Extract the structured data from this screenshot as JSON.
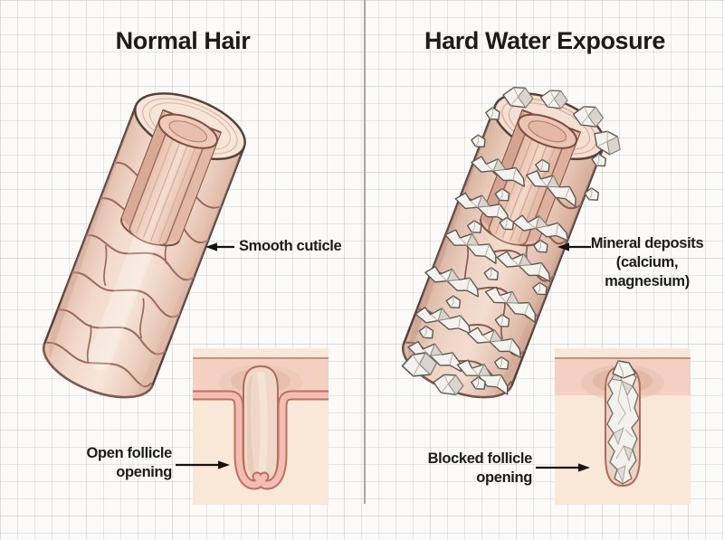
{
  "panels": {
    "left": {
      "title": "Normal Hair",
      "cuticle_label": "Smooth cuticle",
      "follicle_label_line1": "Open follicle",
      "follicle_label_line2": "opening"
    },
    "right": {
      "title": "Hard Water Exposure",
      "deposit_label_line1": "Mineral deposits",
      "deposit_label_line2": "(calcium, magnesium)",
      "follicle_label_line1": "Blocked follicle",
      "follicle_label_line2": "opening"
    }
  },
  "colors": {
    "paper": "#fbfaf8",
    "divider": "#a9a6a1",
    "ink": "#1e1c1a",
    "hair_outline": "#54423a",
    "hair_light": "#f7e6da",
    "hair_mid": "#eed2c5",
    "hair_shadow": "#e0b8a6",
    "cuticle_line": "#9c6a5c",
    "inset_bg": "#f9e8d8",
    "skin_pink": "#f2bdb2",
    "skin_outline": "#bf6f63",
    "follicle_interior": "#efd8c7",
    "mineral_white": "#f4f2ee",
    "mineral_gray": "#cfc9c3"
  }
}
